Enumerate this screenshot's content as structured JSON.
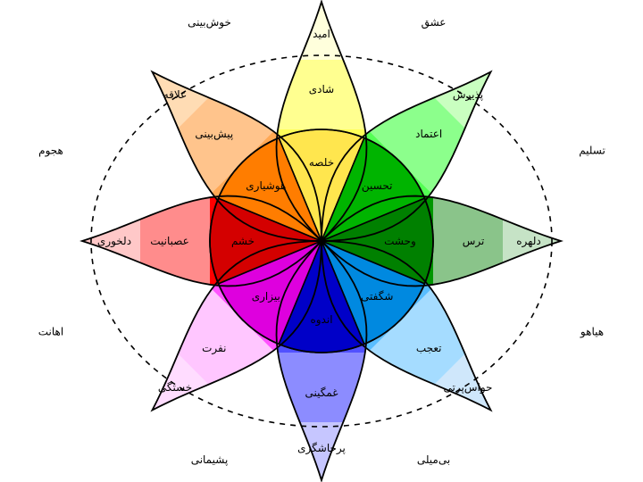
{
  "petals": [
    {
      "id": "joy",
      "colors": {
        "outer": "#ffffdc",
        "middle": "#ffff90",
        "core": "#ffff58",
        "pie": "#ffe64e"
      },
      "labels": {
        "middle": "امید",
        "core": "شادی",
        "pie": "خلصه"
      }
    },
    {
      "id": "trust",
      "colors": {
        "outer": "#c9ffc0",
        "middle": "#8cff8c",
        "core": "#54ff54",
        "pie": "#00b400"
      },
      "labels": {
        "middle": "پذیرش",
        "core": "اعتماد",
        "pie": "تحسین"
      }
    },
    {
      "id": "fear",
      "colors": {
        "outer": "#c6e3c6",
        "middle": "#8ac48a",
        "core": "#009600",
        "pie": "#008000"
      },
      "labels": {
        "middle": "دلهره",
        "core": "ترس",
        "pie": "وحشت"
      }
    },
    {
      "id": "surprise",
      "colors": {
        "outer": "#cfe7fb",
        "middle": "#a5dcff",
        "core": "#59bdff",
        "pie": "#0089e0"
      },
      "labels": {
        "middle": "حواس‌پرتی",
        "core": "تعجب",
        "pie": "شگفتی"
      }
    },
    {
      "id": "sadness",
      "colors": {
        "outer": "#c6c6ff",
        "middle": "#8c8cff",
        "core": "#5151ff",
        "pie": "#0000c8"
      },
      "labels": {
        "middle": "پرخاشگری",
        "core": "غمگینی",
        "pie": "اندوه"
      }
    },
    {
      "id": "disgust",
      "colors": {
        "outer": "#ffdcff",
        "middle": "#ffc6ff",
        "core": "#ff54ff",
        "pie": "#de00de"
      },
      "labels": {
        "middle": "خستگی",
        "core": "نفرت",
        "pie": "بیزاری"
      }
    },
    {
      "id": "anger",
      "colors": {
        "outer": "#ffc8c8",
        "middle": "#ff8c8c",
        "core": "#ff0000",
        "pie": "#d40000"
      },
      "labels": {
        "middle": "دلخوری",
        "core": "عصبانیت",
        "pie": "خشم"
      }
    },
    {
      "id": "anticipation",
      "colors": {
        "outer": "#ffdcb4",
        "middle": "#ffc48c",
        "core": "#ffa854",
        "pie": "#ff7d00"
      },
      "labels": {
        "middle": "علاقه",
        "core": "پیش‌بینی",
        "pie": "هوشیاری"
      }
    }
  ],
  "dyads": [
    {
      "id": "love",
      "label": "عشق"
    },
    {
      "id": "submission",
      "label": "تسلیم"
    },
    {
      "id": "awe",
      "label": "هیاهو"
    },
    {
      "id": "disapproval",
      "label": "بی‌میلی"
    },
    {
      "id": "remorse",
      "label": "پشیمانی"
    },
    {
      "id": "contempt",
      "label": "اهانت"
    },
    {
      "id": "aggressiveness",
      "label": "هجوم"
    },
    {
      "id": "optimism",
      "label": "خوش‌بینی"
    }
  ]
}
